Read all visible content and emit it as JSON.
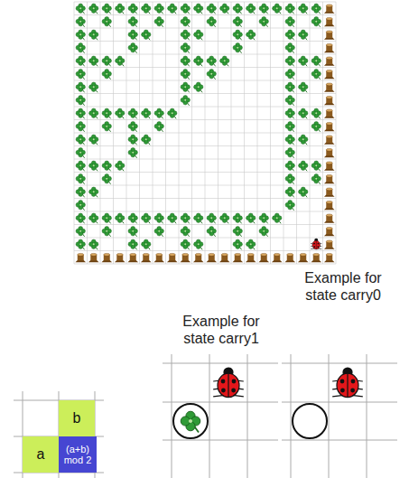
{
  "diagram": {
    "nodes": [
      {
        "text": [
          "b"
        ]
      },
      {
        "text": [
          "a"
        ]
      },
      {
        "text": [
          "(a+b) mod 2"
        ]
      }
    ],
    "labels": [
      "Example for state carry1",
      "Example for state carry0"
    ]
  }
}
